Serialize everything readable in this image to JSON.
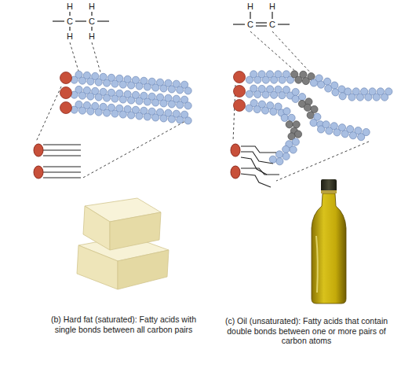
{
  "diagram": {
    "labels": [
      "H",
      "H",
      "C",
      "C",
      "H",
      "H",
      "H",
      "H",
      "C",
      "C",
      "(b) Hard fat (saturated): Fatty acids with single bonds between all carbon pairs",
      "(c) Oil (unsaturated): Fatty acids that contain double bonds between one or more pairs of carbon atoms"
    ]
  }
}
